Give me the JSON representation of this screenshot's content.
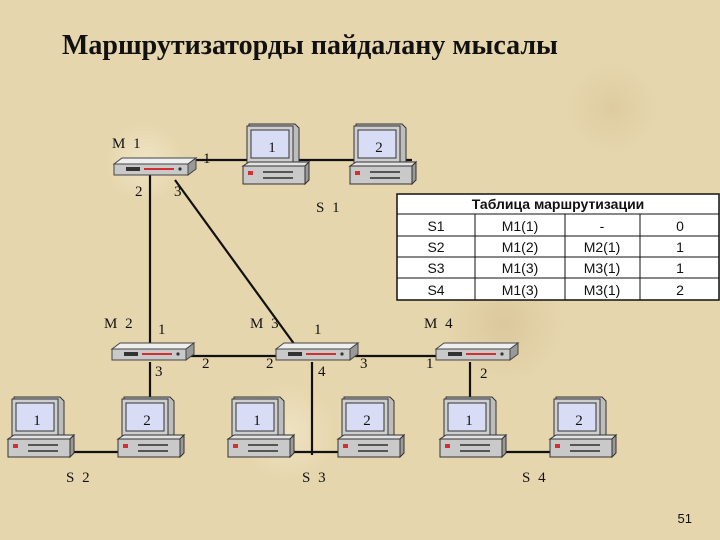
{
  "title": "Маршрутизаторды пайдалану мысалы",
  "page_number": "51",
  "routers": [
    {
      "id": "M1",
      "label": "М 1",
      "ports": [
        "1",
        "2",
        "3"
      ]
    },
    {
      "id": "M2",
      "label": "М 2",
      "ports": [
        "1",
        "2",
        "3"
      ]
    },
    {
      "id": "M3",
      "label": "М 3",
      "ports": [
        "1",
        "2",
        "3",
        "4"
      ]
    },
    {
      "id": "M4",
      "label": "М 4",
      "ports": [
        "1",
        "2"
      ]
    }
  ],
  "segments": [
    {
      "id": "S1",
      "label": "S 1"
    },
    {
      "id": "S2",
      "label": "S 2"
    },
    {
      "id": "S3",
      "label": "S 3"
    },
    {
      "id": "S4",
      "label": "S 4"
    }
  ],
  "computers": [
    {
      "segment": "S1",
      "label": "1"
    },
    {
      "segment": "S1",
      "label": "2"
    },
    {
      "segment": "S2",
      "label": "1"
    },
    {
      "segment": "S2",
      "label": "2"
    },
    {
      "segment": "S3",
      "label": "1"
    },
    {
      "segment": "S3",
      "label": "2"
    },
    {
      "segment": "S4",
      "label": "1"
    },
    {
      "segment": "S4",
      "label": "2"
    }
  ],
  "routing_table": {
    "title": "Таблица маршрутизации",
    "rows": [
      [
        "S1",
        "M1(1)",
        "-",
        "0"
      ],
      [
        "S2",
        "M1(2)",
        "M2(1)",
        "1"
      ],
      [
        "S3",
        "M1(3)",
        "M3(1)",
        "1"
      ],
      [
        "S4",
        "M1(3)",
        "M3(1)",
        "2"
      ]
    ]
  },
  "colors": {
    "background": "#e6d6ad",
    "device_body": "#c9c9c9",
    "screen": "#d8dcf4",
    "led": "#d23030",
    "line": "#111111"
  }
}
